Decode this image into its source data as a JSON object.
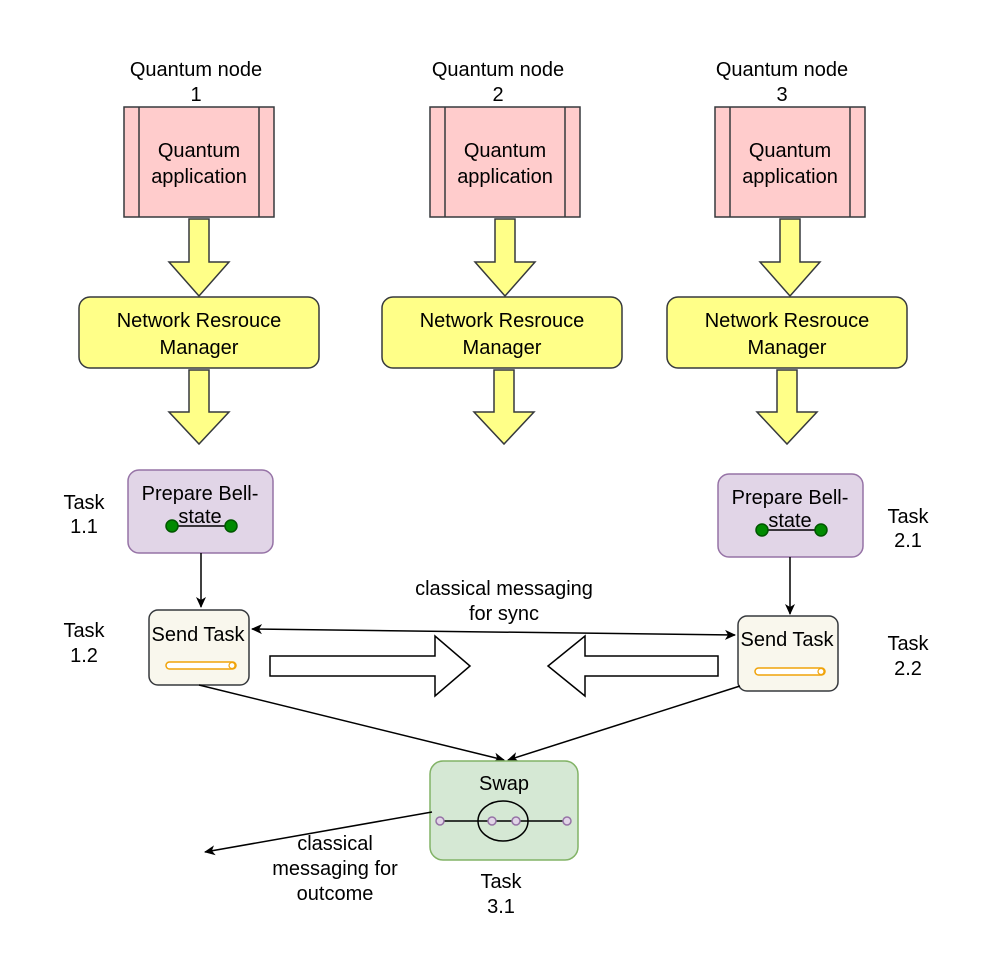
{
  "nodes": [
    {
      "heading_line1": "Quantum node",
      "heading_line2": "1",
      "app_line1": "Quantum",
      "app_line2": "application",
      "nrm_line1": "Network Resrouce",
      "nrm_line2": "Manager"
    },
    {
      "heading_line1": "Quantum node",
      "heading_line2": "2",
      "app_line1": "Quantum",
      "app_line2": "application",
      "nrm_line1": "Network Resrouce",
      "nrm_line2": "Manager"
    },
    {
      "heading_line1": "Quantum node",
      "heading_line2": "3",
      "app_line1": "Quantum",
      "app_line2": "application",
      "nrm_line1": "Network Resrouce",
      "nrm_line2": "Manager"
    }
  ],
  "tasks": {
    "prepare_left": {
      "line1": "Prepare Bell-",
      "line2": "state",
      "label_line1": "Task",
      "label_line2": "1.1"
    },
    "prepare_right": {
      "line1": "Prepare Bell-",
      "line2": "state",
      "label_line1": "Task",
      "label_line2": "2.1"
    },
    "send_left": {
      "title": "Send Task",
      "label_line1": "Task",
      "label_line2": "1.2"
    },
    "send_right": {
      "title": "Send Task",
      "label_line1": "Task",
      "label_line2": "2.2"
    },
    "swap": {
      "title": "Swap",
      "label_line1": "Task",
      "label_line2": "3.1"
    }
  },
  "messages": {
    "sync_line1": "classical messaging",
    "sync_line2": "for sync",
    "outcome_line1": "classical",
    "outcome_line2": "messaging for",
    "outcome_line3": "outcome"
  },
  "colors": {
    "app_fill": "#ffcccc",
    "app_stroke": "#36393d",
    "nrm_fill": "#ffff88",
    "nrm_stroke": "#36393d",
    "arrow_fill": "#ffff88",
    "prepare_fill": "#e1d5e7",
    "prepare_stroke": "#9673a6",
    "send_fill": "#f9f7ed",
    "send_stroke": "#36393d",
    "swap_fill": "#d5e8d4",
    "swap_stroke": "#82b366",
    "bell_dot": "#008a00",
    "swap_dot": "#e1d5e7",
    "tape_stroke": "#f0a30a"
  }
}
